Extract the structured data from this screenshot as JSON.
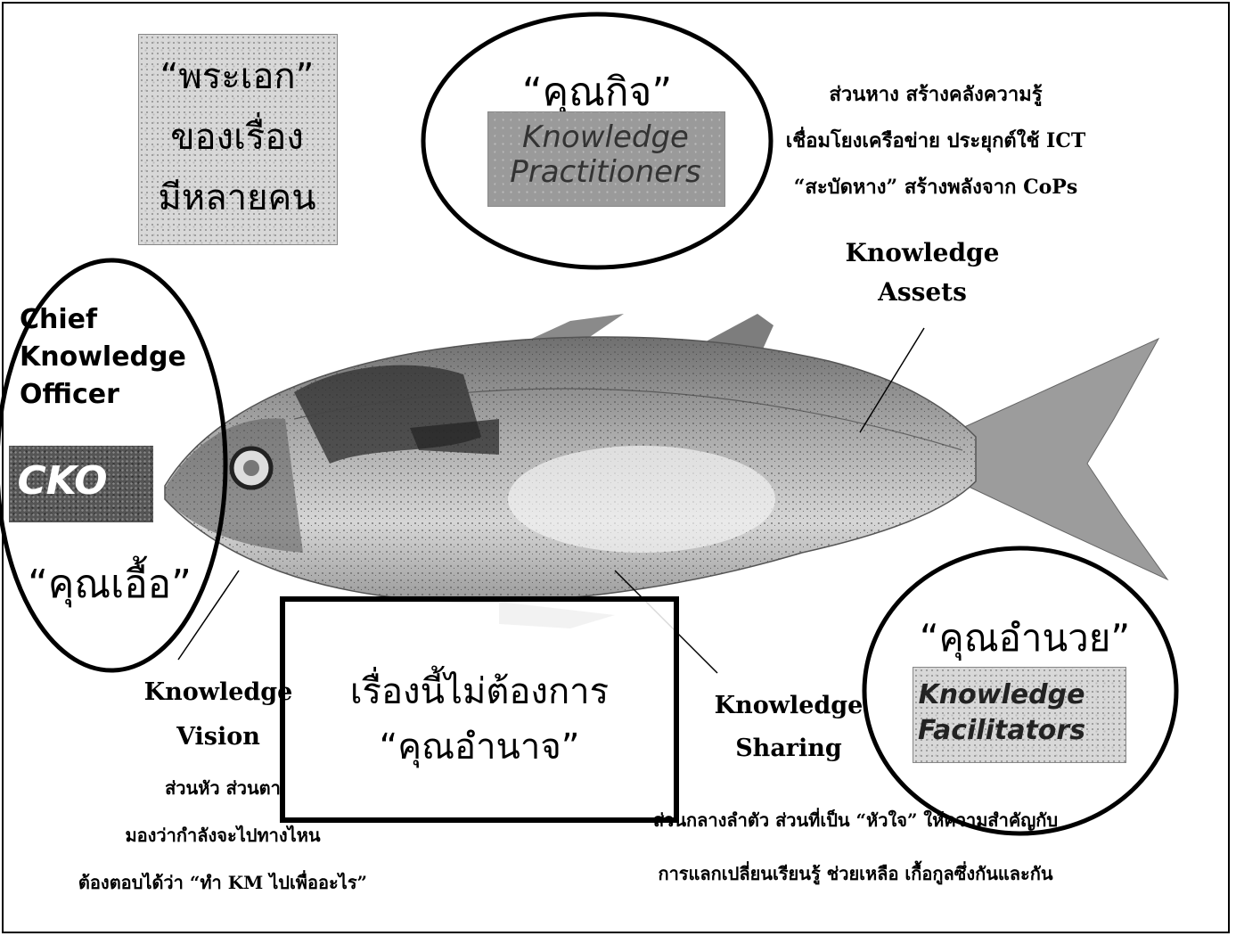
{
  "hero_box": {
    "line1": "“พระเอก”",
    "line2": "ของเรื่อง",
    "line3": "มีหลายคน"
  },
  "practitioners": {
    "title": "“คุณกิจ”",
    "badge_line1": "Knowledge",
    "badge_line2": "Practitioners"
  },
  "tail_text": {
    "line1": "ส่วนหาง สร้างคลังความรู้",
    "line2": "เชื่อมโยงเครือข่าย ประยุกต์ใช้ ICT",
    "line3": "“สะบัดหาง” สร้างพลังจาก CoPs"
  },
  "knowledge_assets": {
    "line1": "Knowledge",
    "line2": "Assets"
  },
  "cko": {
    "line1": "Chief",
    "line2": "Knowledge",
    "line3": "Officer",
    "badge": "CKO",
    "thai": "“คุณเอื้อ”"
  },
  "facilitators": {
    "title": "“คุณอำนวย”",
    "badge_line1": "Knowledge",
    "badge_line2": "Facilitators"
  },
  "power_box": {
    "line1": "เรื่องนี้ไม่ต้องการ",
    "line2": "“คุณอำนาจ”"
  },
  "knowledge_vision": {
    "line1": "Knowledge",
    "line2": "Vision",
    "desc1": "ส่วนหัว ส่วนตา",
    "desc2": "มองว่ากำลังจะไปทางไหน",
    "desc3": "ต้องตอบได้ว่า “ทำ KM ไปเพื่ออะไร”"
  },
  "knowledge_sharing": {
    "line1": "Knowledge",
    "line2": "Sharing",
    "desc1": "ส่วนกลางลำตัว ส่วนที่เป็น “หัวใจ” ให้ความสำคัญกับ",
    "desc2": "การแลกเปลี่ยนเรียนรู้ ช่วยเหลือ เกื้อกูลซึ่งกันและกัน"
  },
  "colors": {
    "ink": "#000000",
    "fish_body": "#bdbdbd",
    "fish_dark": "#3a3a3a"
  }
}
